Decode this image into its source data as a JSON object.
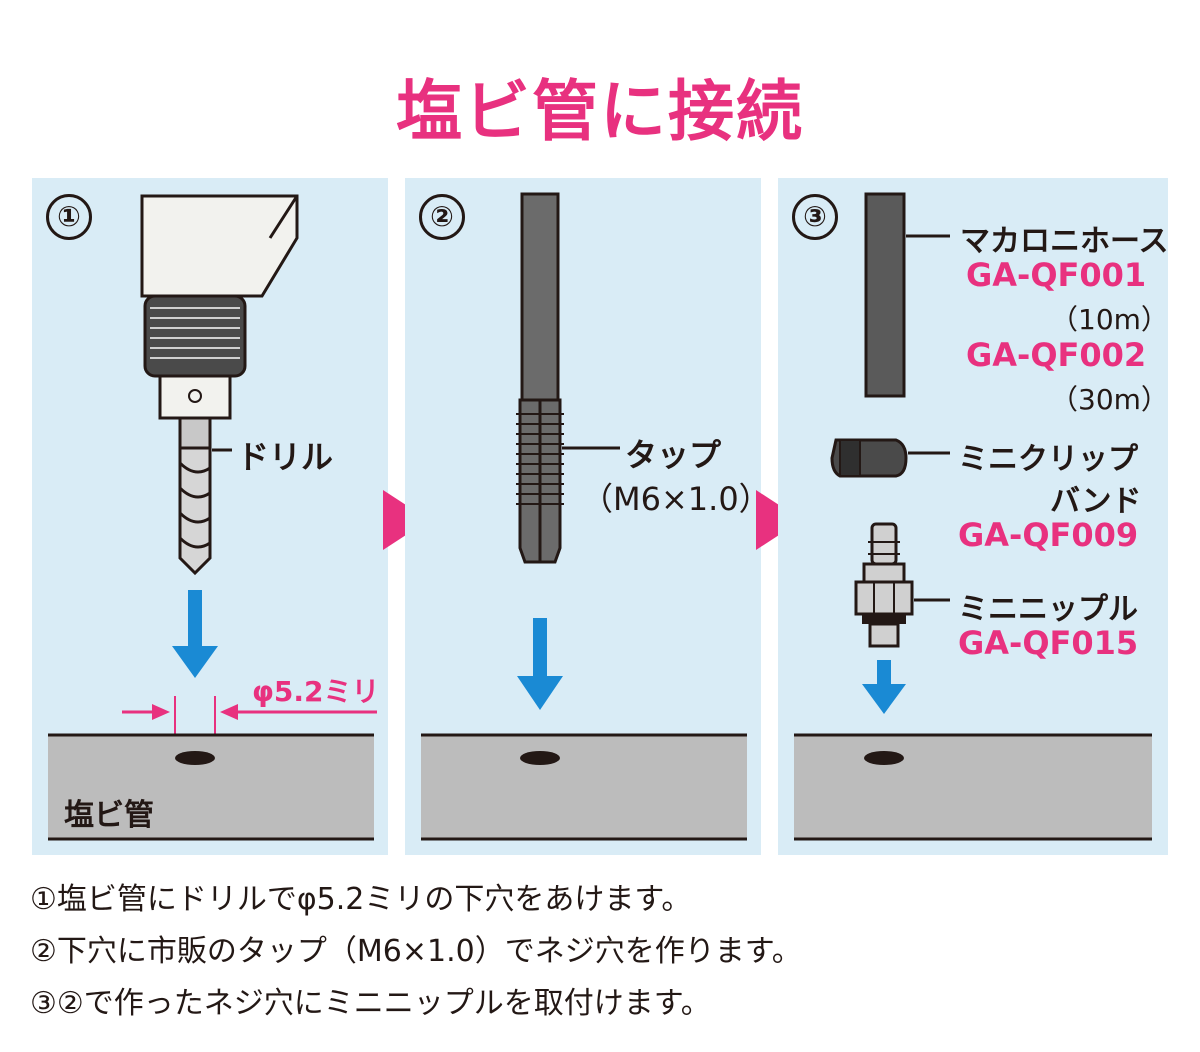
{
  "title": "塩ビ管に接続",
  "steps": [
    {
      "number": "①",
      "labels": {
        "tool": "ドリル",
        "diameter": "φ5.2ミリ",
        "pipe": "塩ビ管"
      }
    },
    {
      "number": "②",
      "labels": {
        "tool": "タップ",
        "spec": "（M6×1.0）"
      }
    },
    {
      "number": "③",
      "labels": {
        "hose": "マカロニホース",
        "hose_code_1": "GA-QF001",
        "hose_len_1": "（10m）",
        "hose_code_2": "GA-QF002",
        "hose_len_2": "（30m）",
        "clip_1": "ミニクリップ",
        "clip_2": "バンド",
        "clip_code": "GA-QF009",
        "nipple": "ミニニップル",
        "nipple_code": "GA-QF015"
      }
    }
  ],
  "notes": [
    "①塩ビ管にドリルでφ5.2ミリの下穴をあけます。",
    "②下穴に市販のタップ（M6×1.0）でネジ穴を作ります。",
    "③②で作ったネジ穴にミニニップルを取付けます。"
  ],
  "colors": {
    "accent": "#e8317f",
    "panel": "#d9ecf6",
    "arrow": "#1a8ad4",
    "pipe": "#bcbcbc"
  }
}
